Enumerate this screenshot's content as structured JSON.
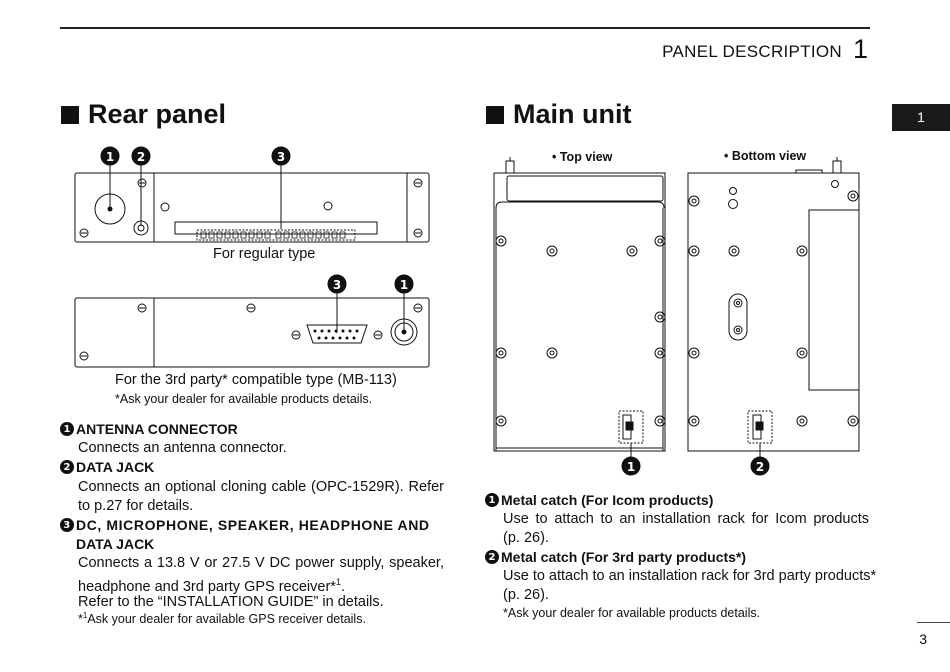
{
  "header": {
    "title": "PANEL DESCRIPTION",
    "chapter": "1",
    "side_tab": "1"
  },
  "rear_panel": {
    "title": "Rear panel",
    "callouts": [
      "1",
      "2",
      "3",
      "3",
      "1"
    ],
    "caption_regular": "For regular type",
    "caption_3rd": "For the 3rd party* compatible type (MB-113)",
    "note_3rd": "*Ask your dealer for available products details.",
    "items": [
      {
        "num": "1",
        "head": "ANTENNA CONNECTOR",
        "lines": [
          "Connects an antenna connector."
        ]
      },
      {
        "num": "2",
        "head": "DATA JACK",
        "lines": [
          "Connects an optional cloning cable (OPC-1529R). Refer",
          "to p.27 for details."
        ]
      },
      {
        "num": "3",
        "head": "DC, MICROPHONE, SPEAKER, HEADPHONE AND",
        "head2": "DATA JACK",
        "lines": [
          "Connects a 13.8 V or 27.5 V DC power supply, speaker,",
          "headphone and 3rd party GPS receiver*",
          "Refer to the “INSTALLATION GUIDE” in details."
        ],
        "sup": "1",
        "after_sup": ".",
        "note_prefix": "*",
        "note_sup": "1",
        "note": "Ask your dealer for available GPS receiver details."
      }
    ]
  },
  "main_unit": {
    "title": "Main unit",
    "top_view": "• Top view",
    "bottom_view": "• Bottom view",
    "callouts": [
      "1",
      "2"
    ],
    "items": [
      {
        "num": "1",
        "head": "Metal catch (For Icom products)",
        "lines": [
          "Use to attach to an installation rack for Icom products",
          "(p. 26)."
        ]
      },
      {
        "num": "2",
        "head": "Metal catch (For 3rd party products*)",
        "lines": [
          "Use to attach to an installation rack for 3rd party products*",
          "(p. 26)."
        ]
      }
    ],
    "note": "*Ask your dealer for available products details."
  },
  "page_number": "3"
}
